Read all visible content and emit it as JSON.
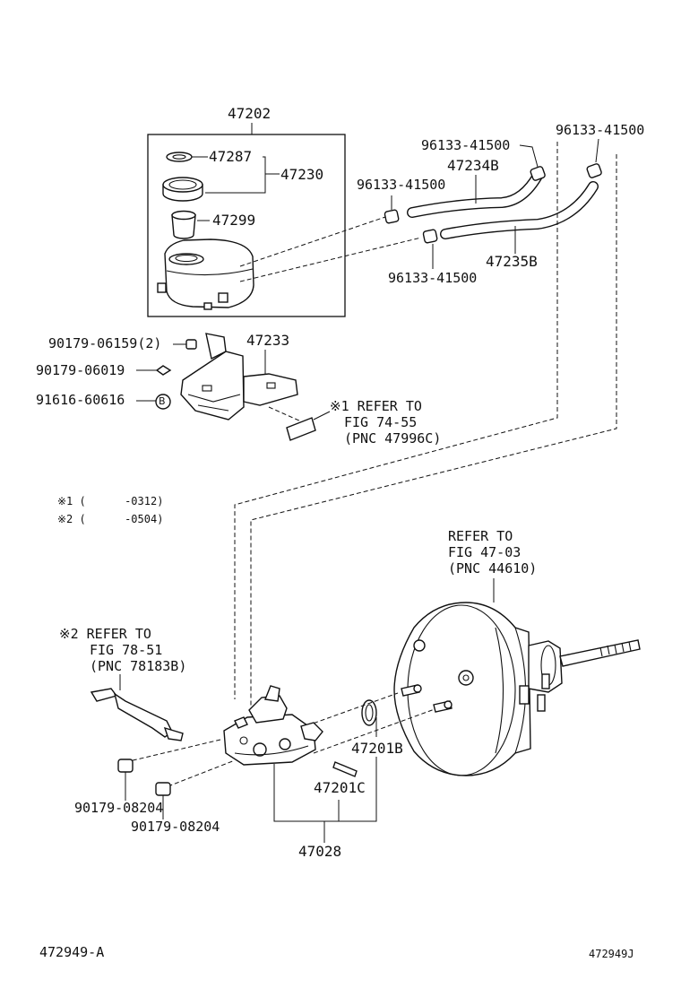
{
  "callouts": {
    "p47202": "47202",
    "p47287": "47287",
    "p47230": "47230",
    "p47299": "47299",
    "clip_top_left": "96133-41500",
    "clip_top_right": "96133-41500",
    "clip_mid": "96133-41500",
    "clip_low": "96133-41500",
    "p47234b": "47234B",
    "p47235b": "47235B",
    "bolt_6159": "90179-06159(2)",
    "nut_6019": "90179-06019",
    "bolt_60616": "91616-60616",
    "p47233": "47233",
    "p47201b": "47201B",
    "p47201c": "47201C",
    "p47028": "47028",
    "nut_08204_a": "90179-08204",
    "nut_08204_b": "90179-08204"
  },
  "refs": {
    "ref1": [
      "※1 REFER TO",
      "FIG 74-55",
      "(PNC 47996C)"
    ],
    "ref_booster": [
      "REFER TO",
      "FIG 47-03",
      "(PNC 44610)"
    ],
    "ref2": [
      "※2 REFER TO",
      "FIG 78-51",
      "(PNC 78183B)"
    ]
  },
  "notes": {
    "note1": "※1 (      -0312)",
    "note2": "※2 (      -0504)"
  },
  "marker_b": "B",
  "footer": {
    "left": "472949-A",
    "right": "472949J"
  }
}
